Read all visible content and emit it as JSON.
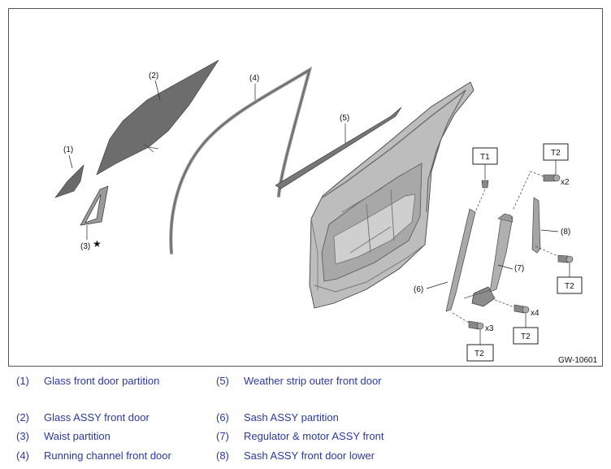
{
  "figure_id": "GW-10601",
  "callouts": {
    "c1": "(1)",
    "c2": "(2)",
    "c3": "(3)",
    "c3_mark": "★",
    "c4": "(4)",
    "c5": "(5)",
    "c6": "(6)",
    "c7": "(7)",
    "c8": "(8)"
  },
  "torque_tags": {
    "t1": "T1",
    "t2_top": "T2",
    "t2_right": "T2",
    "t2_mid": "T2",
    "t2_bottom": "T2"
  },
  "quantities": {
    "q_top": "x2",
    "q_mid": "x4",
    "q_bottom": "x3"
  },
  "legend": [
    {
      "num": "(1)",
      "text": "Glass front door partition"
    },
    {
      "num": "(2)",
      "text": "Glass ASSY front door"
    },
    {
      "num": "(3)",
      "text": "Waist partition"
    },
    {
      "num": "(4)",
      "text": "Running channel front door"
    },
    {
      "num": "(5)",
      "text": "Weather strip outer front door"
    },
    {
      "num": "(6)",
      "text": "Sash ASSY partition"
    },
    {
      "num": "(7)",
      "text": "Regulator & motor ASSY front"
    },
    {
      "num": "(8)",
      "text": "Sash ASSY front door lower"
    }
  ],
  "colors": {
    "legend_text": "#2b3a9c",
    "glass": "#6d6d6d",
    "door": "#b9b9b9"
  }
}
